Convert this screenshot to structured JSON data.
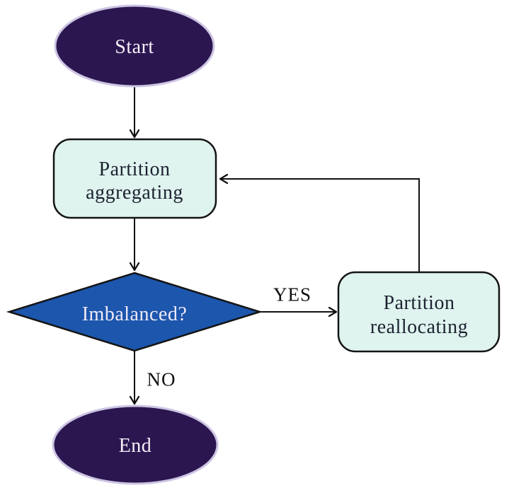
{
  "diagram": {
    "type": "flowchart",
    "nodes": {
      "start": {
        "label": "Start",
        "shape": "ellipse"
      },
      "partition_aggregating": {
        "line1": "Partition",
        "line2": "aggregating",
        "shape": "rounded-rect"
      },
      "imbalanced": {
        "label": "Imbalanced?",
        "shape": "diamond"
      },
      "partition_reallocating": {
        "line1": "Partition",
        "line2": "reallocating",
        "shape": "rounded-rect"
      },
      "end": {
        "label": "End",
        "shape": "ellipse"
      }
    },
    "edge_labels": {
      "yes": "YES",
      "no": "NO"
    },
    "colors": {
      "terminator_fill": "#2B1650",
      "terminator_border": "#CDC5E3",
      "terminator_text": "#F4EFF7",
      "process_fill": "#DFF3EF",
      "process_border": "#141414",
      "process_text": "#1C2230",
      "decision_fill": "#1D56AD",
      "decision_border": "#141414",
      "decision_text": "#EFEAF6",
      "line": "#101010",
      "edge_label_text": "#101010",
      "background": "#FFFFFF"
    }
  }
}
